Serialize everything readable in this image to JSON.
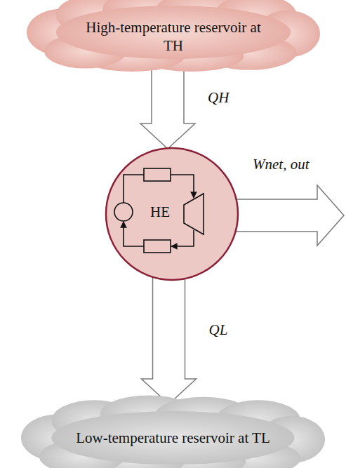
{
  "diagram": {
    "nodes": [
      {
        "text": [
          "High-temperature reservoir at TH"
        ]
      },
      {
        "text": [
          "HE"
        ]
      },
      {
        "text": [
          "Low-temperature reservoir at TL"
        ]
      }
    ],
    "edges": [
      {
        "from": 0,
        "to": 1,
        "arrow": "to",
        "label": "QH"
      },
      {
        "from": 1,
        "to": 2,
        "arrow": "to",
        "label": "QL"
      }
    ],
    "labels": [
      "Wnet, out"
    ]
  }
}
